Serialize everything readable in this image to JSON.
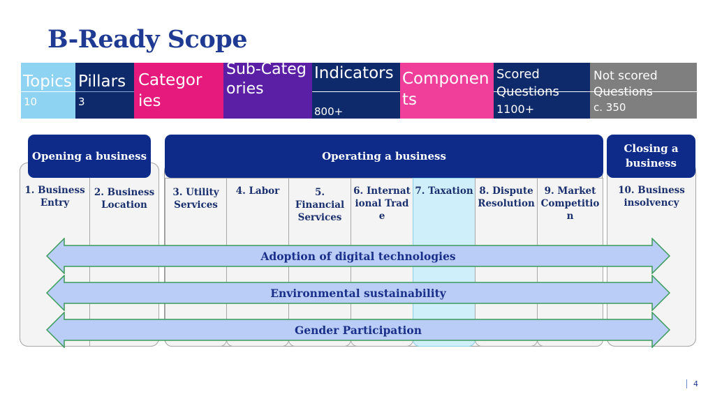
{
  "title": "B-Ready Scope",
  "tiles": [
    {
      "name": "Topics",
      "count": "10",
      "color": "#8fd3f3"
    },
    {
      "name": "Pillars",
      "count": "3",
      "color": "#0f2a6b"
    },
    {
      "name": "Categories",
      "count": "",
      "color": "#e6197c"
    },
    {
      "name": "Sub-Categories",
      "count": "",
      "color": "#5b1fa6"
    },
    {
      "name": "Indicators",
      "count": "800+",
      "color": "#0f2a6b"
    },
    {
      "name": "Components",
      "count": "",
      "color": "#f03f9a"
    },
    {
      "name": "Scored Questions",
      "count": "1100+",
      "color": "#0f2a6b"
    },
    {
      "name": "Not scored Questions",
      "count": "c. 350",
      "color": "#7f7f7f"
    }
  ],
  "phases": {
    "opening": "Opening a business",
    "operating": "Operating a business",
    "closing": "Closing a business"
  },
  "topics": [
    "1. Business Entry",
    "2. Business Location",
    "3. Utility Services",
    "4. Labor",
    "5. Financial Services",
    "6. International Trade",
    "7. Taxation",
    "8. Dispute Resolution",
    "9. Market Competition",
    "10. Business insolvency"
  ],
  "crosscutting": [
    "Adoption of digital technologies",
    "Environmental sustainability",
    "Gender Participation"
  ],
  "colors": {
    "title": "#1f3a93",
    "phase": "#0e2b8a",
    "arrow_fill": "#b9cdf7",
    "arrow_stroke": "#3a9a5a",
    "taxation_highlight": "#cfeffa"
  },
  "page_number": "4"
}
